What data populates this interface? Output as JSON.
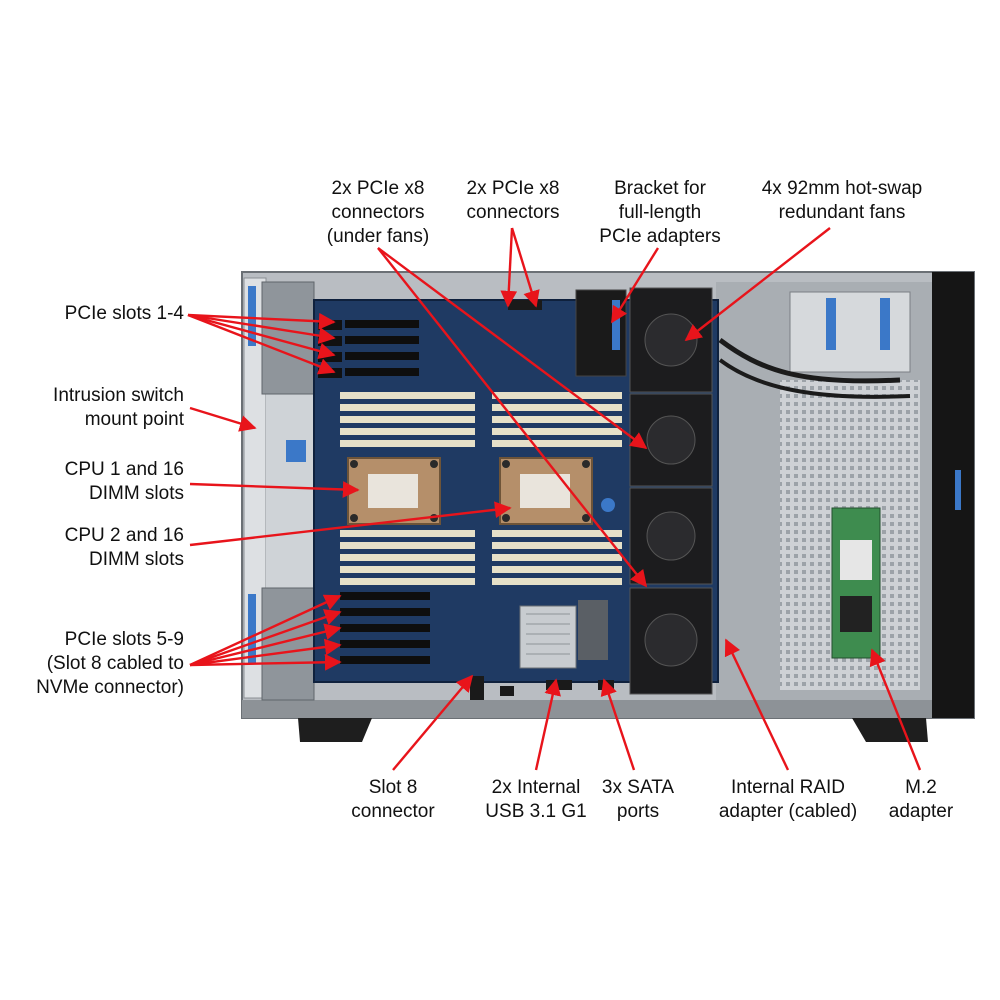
{
  "labels": {
    "pcie_1_4": "PCIe slots 1-4",
    "intrusion_switch": "Intrusion switch\nmount point",
    "cpu1": "CPU 1 and 16\nDIMM slots",
    "cpu2": "CPU 2 and 16\nDIMM slots",
    "pcie_5_9": "PCIe slots 5-9\n(Slot 8 cabled to\nNVMe connector)",
    "pcie_x8_under_fans": "2x PCIe x8\nconnectors\n(under fans)",
    "pcie_x8": "2x PCIe x8\nconnectors",
    "bracket": "Bracket for\nfull-length\nPCIe adapters",
    "fans": "4x 92mm hot-swap\nredundant fans",
    "slot8_connector": "Slot 8\nconnector",
    "usb": "2x Internal\nUSB 3.1 G1",
    "sata": "3x SATA\nports",
    "raid": "Internal RAID\nadapter (cabled)",
    "m2": "M.2\nadapter"
  },
  "colors": {
    "arrow": "#e8141b",
    "board": "#1f3a63",
    "chassis": "#c9cdd2",
    "fan": "#1c1c1e",
    "dimm": "#e6e0c8",
    "blue_latch": "#3b78c8",
    "heatsink": "#b58f6a",
    "m2_board": "#3e8c4f"
  },
  "icons": [
    "cpu-heatsink",
    "fan",
    "dimm-slot",
    "pcie-slot",
    "m2-card",
    "raid-adapter"
  ]
}
